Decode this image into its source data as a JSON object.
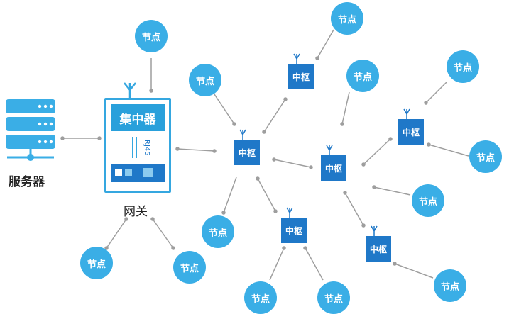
{
  "server": {
    "label": "服务器"
  },
  "gateway": {
    "label": "网关",
    "concentrator_label": "集中器",
    "port_label": "RJ45"
  },
  "hub_label": "中枢",
  "node_label": "节点",
  "colors": {
    "node": "#3aaee6",
    "hub": "#1f78c8",
    "line": "#9e9e9e",
    "gateway_border": "#35a7e0",
    "gateway_inner": "#29a0db"
  }
}
